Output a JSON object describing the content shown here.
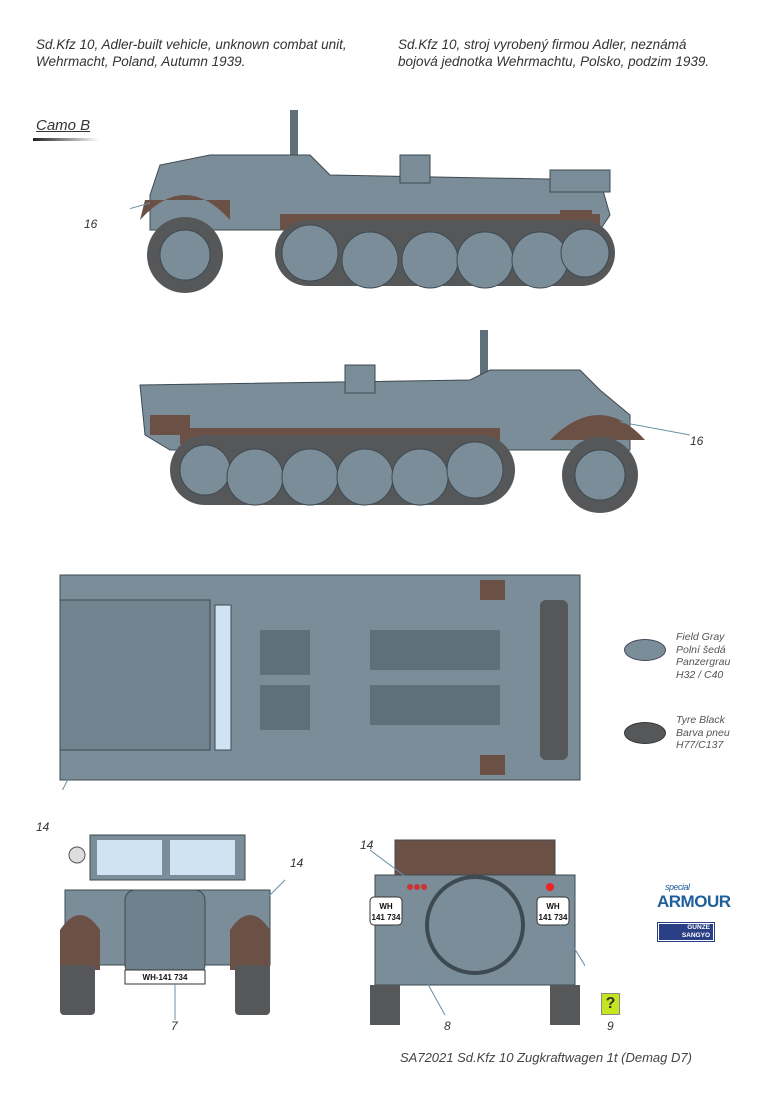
{
  "captions": {
    "english": [
      "Sd.Kfz 10, Adler-built vehicle, unknown combat unit,",
      "Wehrmacht, Poland, Autumn 1939."
    ],
    "czech": [
      "Sd.Kfz 10, stroj vyrobený firmou Adler, neznámá",
      "bojová jednotka Wehrmachtu, Polsko, podzim 1939."
    ]
  },
  "camo_label": "Camo B",
  "callouts": {
    "left_side_16": "16",
    "right_side_16": "16",
    "top_14": "14",
    "front_14": "14",
    "front_7": "7",
    "rear_14": "14",
    "rear_8": "8",
    "rear_9": "9"
  },
  "plates": {
    "front": "WH-141 734",
    "rear_top": "WH",
    "rear_bottom": "141 734"
  },
  "legend": [
    {
      "lines": [
        "Field Gray",
        "Polní šedá",
        "Panzergrau",
        "H32 / C40"
      ],
      "color": "#7a8e9a"
    },
    {
      "lines": [
        "Tyre Black",
        "Barva pneu",
        "H77/C137"
      ],
      "color": "#555759"
    }
  ],
  "logos": {
    "armour_top": "special",
    "armour_main": "ARMOUR",
    "gunze_1": "GUNZE",
    "gunze_2": "SANGYO",
    "unknown_mark": "?"
  },
  "footer": "SA72021  Sd.Kfz 10 Zugkraftwagen 1t (Demag D7)",
  "colors": {
    "body": "#7b8d98",
    "body_dark": "#5f707b",
    "tyre": "#555759",
    "wood": "#6b5045"
  }
}
